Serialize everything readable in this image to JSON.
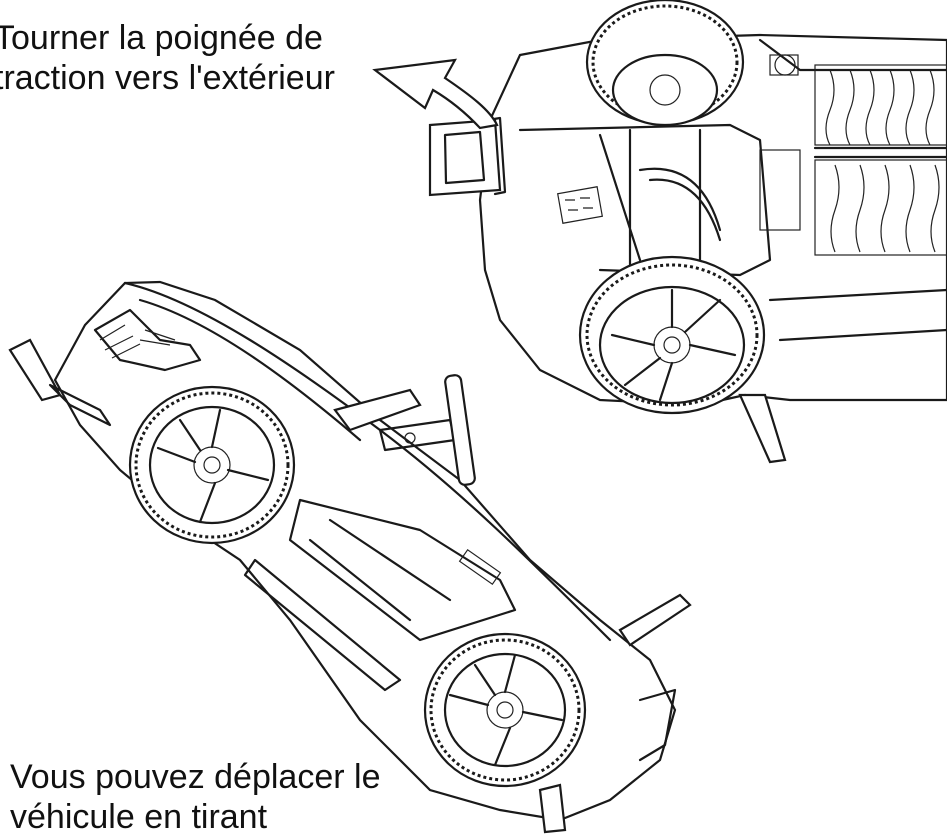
{
  "annotations": {
    "pull_handle_instruction": [
      "Tourner la poignée de",
      "traction vers l'extérieur"
    ],
    "move_vehicle_instruction": [
      "Vous pouvez déplacer le",
      "véhicule en tirant"
    ]
  },
  "icons": [
    "curved-arrow",
    "car-underside-drawing",
    "car-tilted-drawing",
    "pull-handle",
    "wheel"
  ]
}
